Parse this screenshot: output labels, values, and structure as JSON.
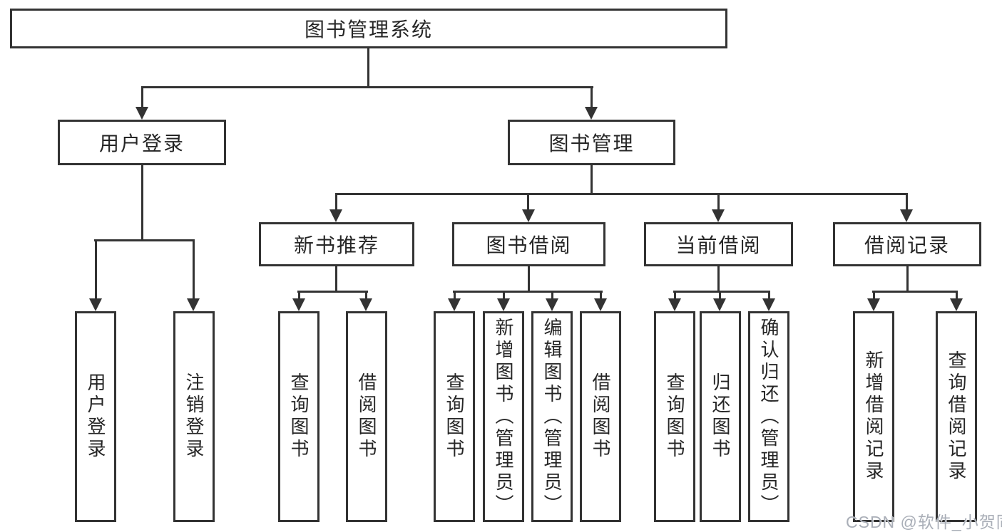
{
  "diagram": {
    "root": "图书管理系统",
    "level2": {
      "user_login": "用户登录",
      "book_management": "图书管理"
    },
    "level3": {
      "new_book_recommend": "新书推荐",
      "book_borrow": "图书借阅",
      "current_borrow": "当前借阅",
      "borrow_records": "借阅记录"
    },
    "leaves": {
      "user_login": [
        "用户登录",
        "注销登录"
      ],
      "new_book_recommend": [
        "查询图书",
        "借阅图书"
      ],
      "book_borrow": [
        "查询图书",
        "新增图书（管理员）",
        "编辑图书（管理员）",
        "借阅图书"
      ],
      "current_borrow": [
        "查询图书",
        "归还图书",
        "确认归还（管理员）"
      ],
      "borrow_records": [
        "新增借阅记录",
        "查询借阅记录"
      ]
    }
  },
  "watermark": "CSDN @软件_小贺同学",
  "colors": {
    "line": "#333333",
    "text": "#262626",
    "background": "#ffffff",
    "watermark": "#a9aeb7"
  }
}
